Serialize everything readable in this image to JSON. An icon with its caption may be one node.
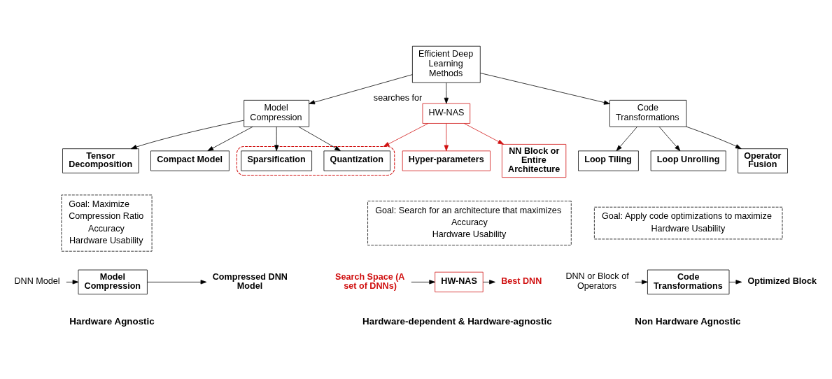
{
  "diagram": {
    "nodes": [
      {
        "text": [
          "Efficient Deep Learning Methods"
        ]
      },
      {
        "text": [
          "Model Compression"
        ]
      },
      {
        "text": [
          "HW-NAS"
        ],
        "beside": [
          "searches for"
        ]
      },
      {
        "text": [
          "Code Transformations"
        ]
      },
      {
        "text": [
          "Compact Model"
        ]
      },
      {
        "text": [
          "Tensor Decomposition"
        ]
      },
      {
        "text": [],
        "shape": "ellipse"
      },
      {
        "text": [
          "Quantization"
        ],
        "in": 6
      },
      {
        "text": [
          "Sparsification"
        ],
        "in": 6
      },
      {
        "text": [
          "NN Block or Entire Architecture"
        ]
      },
      {
        "text": [
          "Hyper-parameters"
        ]
      },
      {
        "text": [
          "Loop Tiling"
        ]
      },
      {
        "text": [
          "Loop Unrolling"
        ]
      },
      {
        "text": [
          "Operator Fusion"
        ]
      },
      {
        "text": [
          "Goal: Maximize",
          "Compression Ratio",
          "Accuracy",
          "Hardware Usability"
        ]
      },
      {
        "text": [
          "Goal: Search for an architecture that maximizes",
          "Accuracy",
          "Hardware Usability"
        ]
      },
      {
        "text": [
          "Goal: Apply code optimizations to maximize",
          "Hardware Usability"
        ]
      },
      {
        "text": [
          "DNN Model"
        ]
      },
      {
        "text": [
          "Model Compression"
        ]
      },
      {
        "text": [
          "Compressed DNN Model"
        ]
      },
      {
        "text": [
          "Search Space (A set of DNNs)"
        ]
      },
      {
        "text": [
          "HW-NAS"
        ]
      },
      {
        "text": [
          "Best DNN"
        ]
      },
      {
        "text": [
          "DNN or Block of Operators"
        ]
      },
      {
        "text": [
          "Code Transformations"
        ]
      },
      {
        "text": [
          "Optimized Block"
        ]
      }
    ],
    "edges": [
      {
        "from": 0,
        "to": 1,
        "arrow": "to"
      },
      {
        "from": 0,
        "to": 2,
        "arrow": "to"
      },
      {
        "from": 0,
        "to": 3,
        "arrow": "to"
      },
      {
        "from": 1,
        "to": 4,
        "arrow": "to"
      },
      {
        "from": 1,
        "to": 5,
        "arrow": "to"
      },
      {
        "from": 1,
        "to": 7,
        "arrow": "to"
      },
      {
        "from": 1,
        "to": 8,
        "arrow": "to"
      },
      {
        "from": 2,
        "to": 6,
        "arrow": "to",
        "color": "#d01010"
      },
      {
        "from": 2,
        "to": 9,
        "arrow": "to",
        "color": "#d01010"
      },
      {
        "from": 2,
        "to": 10,
        "arrow": "to",
        "color": "#d01010"
      },
      {
        "from": 3,
        "to": 11,
        "arrow": "to"
      },
      {
        "from": 3,
        "to": 12,
        "arrow": "to"
      },
      {
        "from": 3,
        "to": 13,
        "arrow": "to"
      },
      {
        "from": 17,
        "to": 18,
        "arrow": "to"
      },
      {
        "from": 18,
        "to": 19,
        "arrow": "to"
      },
      {
        "from": 20,
        "to": 21,
        "arrow": "to"
      },
      {
        "from": 21,
        "to": 22,
        "arrow": "to"
      },
      {
        "from": 23,
        "to": 24,
        "arrow": "to"
      },
      {
        "from": 24,
        "to": 25,
        "arrow": "to"
      }
    ],
    "labels": [
      "Hardware Agnostic",
      "Hardware-dependent & Hardware-agnostic",
      "Non Hardware Agnostic"
    ]
  }
}
